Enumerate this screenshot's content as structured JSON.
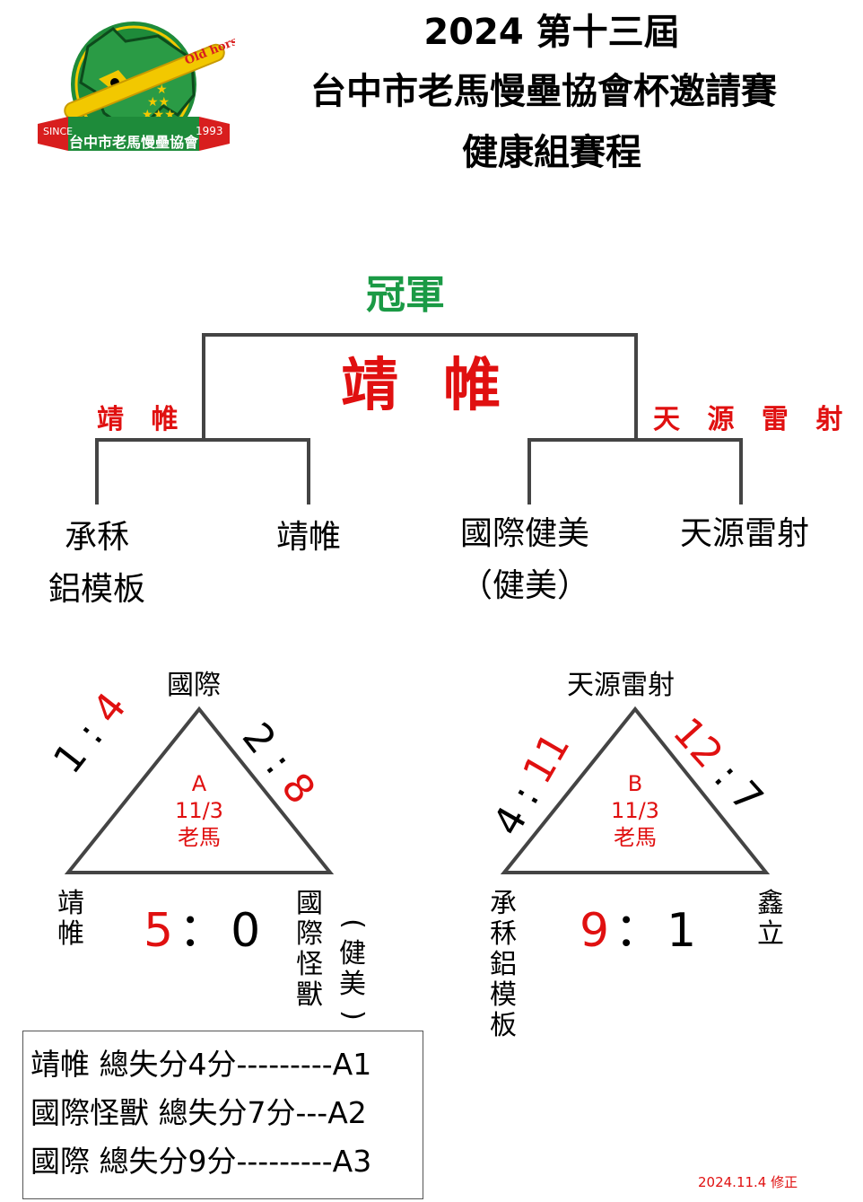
{
  "logo": {
    "text_top": "Old horse",
    "since": "SINCE",
    "year": "1993",
    "org": "台中市老馬慢壘協會",
    "colors": {
      "green": "#1e8b3a",
      "yellow": "#f2c800",
      "red": "#d81e1e"
    }
  },
  "header": {
    "line1": "2024 第十三屆",
    "line2": "台中市老馬慢壘協會杯邀請賽",
    "line3": "健康組賽程"
  },
  "bracket": {
    "champion_label": "冠軍",
    "champion": "靖 帷",
    "left_winner": "靖 帷",
    "right_winner": "天 源 雷 射",
    "teams": {
      "t1_line1": "承秝",
      "t1_line2": "鋁模板",
      "t2": "靖帷",
      "t3_line1": "國際健美",
      "t3_line2": "（健美）",
      "t4": "天源雷射"
    }
  },
  "group_a": {
    "top": "國際",
    "left": [
      "靖",
      "帷"
    ],
    "right": [
      "國",
      "際",
      "怪",
      "獸"
    ],
    "right_paren": [
      "(",
      "健",
      "美",
      ")"
    ],
    "info": [
      "A",
      "11/3",
      "老馬"
    ],
    "left_side": {
      "a": "1",
      "sep": ":",
      "b": "4"
    },
    "right_side": {
      "a": "2",
      "sep": ":",
      "b": "8"
    },
    "bottom": {
      "a": "5",
      "sep": "：",
      "b": "0"
    }
  },
  "group_b": {
    "top": "天源雷射",
    "left": [
      "承",
      "秝",
      "鋁",
      "模",
      "板"
    ],
    "right": [
      "鑫",
      "立"
    ],
    "info": [
      "B",
      "11/3",
      "老馬"
    ],
    "left_side": {
      "a": "4",
      "sep": ":",
      "b": "11"
    },
    "right_side": {
      "a": "12",
      "sep": ":",
      "b": "7"
    },
    "bottom": {
      "a": "9",
      "sep": "：",
      "b": "1"
    }
  },
  "standings": [
    "靖帷  總失分4分---------A1",
    "國際怪獸 總失分7分---A2",
    "國際  總失分9分---------A3"
  ],
  "revision": "2024.11.4 修正",
  "colors": {
    "red": "#e01010",
    "green": "#1a9a45",
    "line": "#444444"
  }
}
